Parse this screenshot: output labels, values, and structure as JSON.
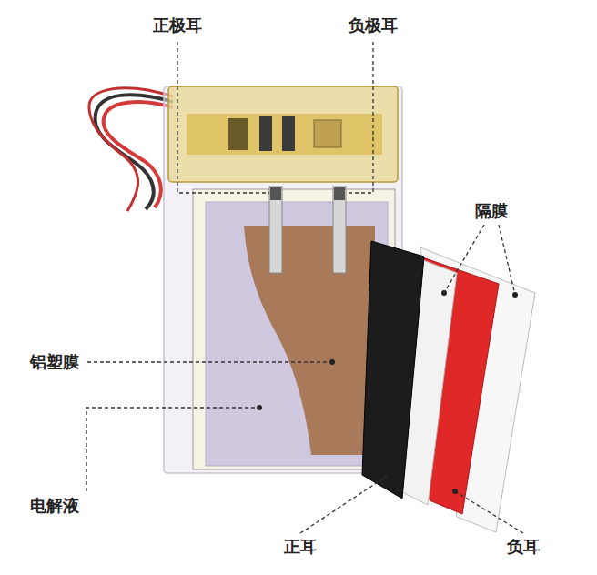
{
  "diagram": {
    "labels": [
      "正极耳",
      "负极耳",
      "隔膜",
      "铝塑膜",
      "电解液",
      "正耳",
      "负耳"
    ]
  }
}
